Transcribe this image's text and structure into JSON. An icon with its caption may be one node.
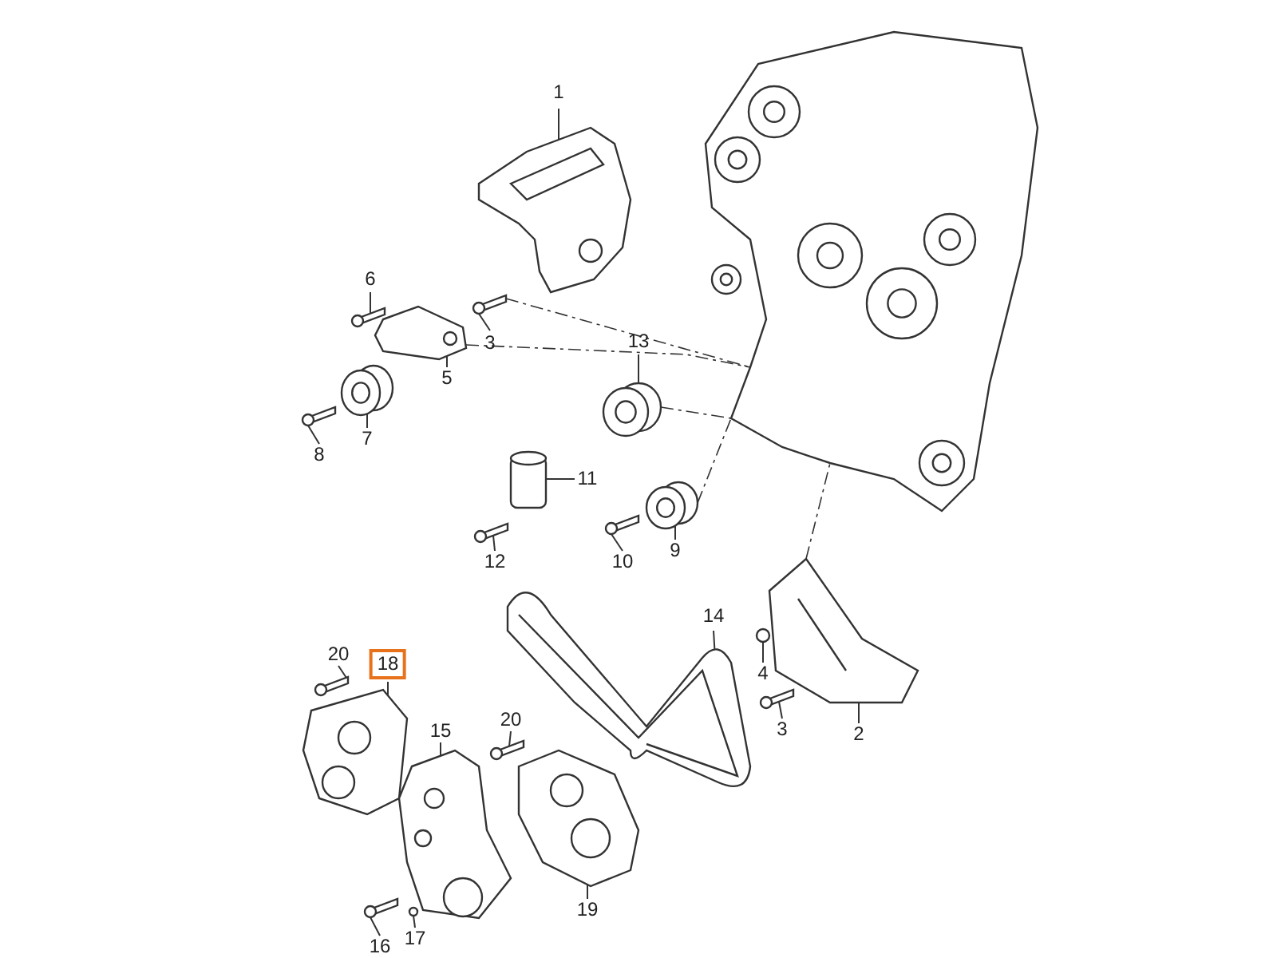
{
  "diagram": {
    "nodes": [
      {
        "text": [
          "1"
        ]
      },
      {
        "text": [
          "6"
        ]
      },
      {
        "text": [
          "3"
        ]
      },
      {
        "text": [
          "13"
        ]
      },
      {
        "text": [
          "5"
        ]
      },
      {
        "text": [
          "7"
        ]
      },
      {
        "text": [
          "8"
        ]
      },
      {
        "text": [
          "11"
        ]
      },
      {
        "text": [
          "12"
        ]
      },
      {
        "text": [
          "10"
        ]
      },
      {
        "text": [
          "9"
        ]
      },
      {
        "text": [
          "14"
        ]
      },
      {
        "text": [
          "4"
        ]
      },
      {
        "text": [
          "20"
        ]
      },
      {
        "text": [
          "18"
        ]
      },
      {
        "text": [
          "3"
        ]
      },
      {
        "text": [
          "2"
        ]
      },
      {
        "text": [
          "20"
        ]
      },
      {
        "text": [
          "15"
        ]
      },
      {
        "text": [
          "19"
        ]
      },
      {
        "text": [
          "17"
        ]
      },
      {
        "text": [
          "16"
        ]
      },
      {
        "text": [],
        "shape": "picture"
      },
      {
        "text": [],
        "shape": "bar"
      },
      {
        "text": [],
        "shape": "bar"
      },
      {
        "text": [],
        "shape": "picture"
      },
      {
        "text": [],
        "shape": "picture"
      },
      {
        "text": [],
        "shape": "picture"
      },
      {
        "text": [],
        "shape": "bar"
      },
      {
        "text": [],
        "shape": "cylinder"
      },
      {
        "text": [],
        "shape": "bar"
      },
      {
        "text": [],
        "shape": "bar"
      },
      {
        "text": [],
        "shape": "picture"
      },
      {
        "text": [],
        "shape": "picture"
      },
      {
        "text": [],
        "shape": "circle"
      },
      {
        "text": [],
        "shape": "bar"
      },
      {
        "text": [],
        "shape": "picture"
      },
      {
        "text": [],
        "shape": "bar"
      },
      {
        "text": [],
        "shape": "picture"
      },
      {
        "text": [],
        "shape": "bar"
      },
      {
        "text": [],
        "shape": "picture"
      },
      {
        "text": [],
        "shape": "picture"
      },
      {
        "text": [],
        "shape": "circle"
      },
      {
        "text": [],
        "shape": "bar"
      },
      {
        "text": [],
        "shape": "picture"
      }
    ],
    "edges": [
      {
        "from": 0,
        "to": 22,
        "arrow": "none"
      },
      {
        "from": 1,
        "to": 23,
        "arrow": "none"
      },
      {
        "from": 2,
        "to": 24,
        "arrow": "none"
      },
      {
        "from": 3,
        "to": 25,
        "arrow": "none"
      },
      {
        "from": 4,
        "to": 26,
        "arrow": "none"
      },
      {
        "from": 5,
        "to": 27,
        "arrow": "none"
      },
      {
        "from": 6,
        "to": 28,
        "arrow": "none"
      },
      {
        "from": 7,
        "to": 29,
        "arrow": "none"
      },
      {
        "from": 8,
        "to": 30,
        "arrow": "none"
      },
      {
        "from": 9,
        "to": 31,
        "arrow": "none"
      },
      {
        "from": 10,
        "to": 32,
        "arrow": "none"
      },
      {
        "from": 11,
        "to": 33,
        "arrow": "none"
      },
      {
        "from": 12,
        "to": 34,
        "arrow": "none"
      },
      {
        "from": 13,
        "to": 35,
        "arrow": "none"
      },
      {
        "from": 14,
        "to": 36,
        "arrow": "none"
      },
      {
        "from": 15,
        "to": 37,
        "arrow": "none"
      },
      {
        "from": 16,
        "to": 38,
        "arrow": "none"
      },
      {
        "from": 17,
        "to": 39,
        "arrow": "none"
      },
      {
        "from": 18,
        "to": 40,
        "arrow": "none"
      },
      {
        "from": 19,
        "to": 41,
        "arrow": "none"
      },
      {
        "from": 20,
        "to": 42,
        "arrow": "none"
      },
      {
        "from": 21,
        "to": 43,
        "arrow": "none"
      },
      {
        "from": 26,
        "to": 44,
        "arrow": "none",
        "style": "dashed"
      },
      {
        "from": 24,
        "to": 44,
        "arrow": "none",
        "style": "dashed"
      },
      {
        "from": 25,
        "to": 44,
        "arrow": "none",
        "style": "dashed"
      },
      {
        "from": 32,
        "to": 44,
        "arrow": "none",
        "style": "dashed"
      },
      {
        "from": 38,
        "to": 44,
        "arrow": "none",
        "style": "dashed"
      }
    ]
  }
}
